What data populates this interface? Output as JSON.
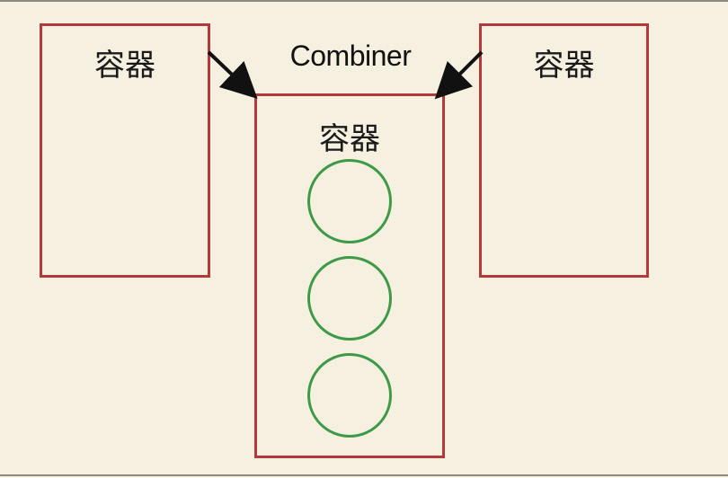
{
  "diagram": {
    "title": "Combiner",
    "containers": {
      "left": {
        "label": "容器"
      },
      "right": {
        "label": "容器"
      },
      "center": {
        "label": "容器",
        "item_count": 3
      }
    },
    "colors": {
      "background": "#f6f0e1",
      "container_border": "#b23a3c",
      "item_circle": "#3f9a47",
      "arrow": "#111111"
    }
  }
}
